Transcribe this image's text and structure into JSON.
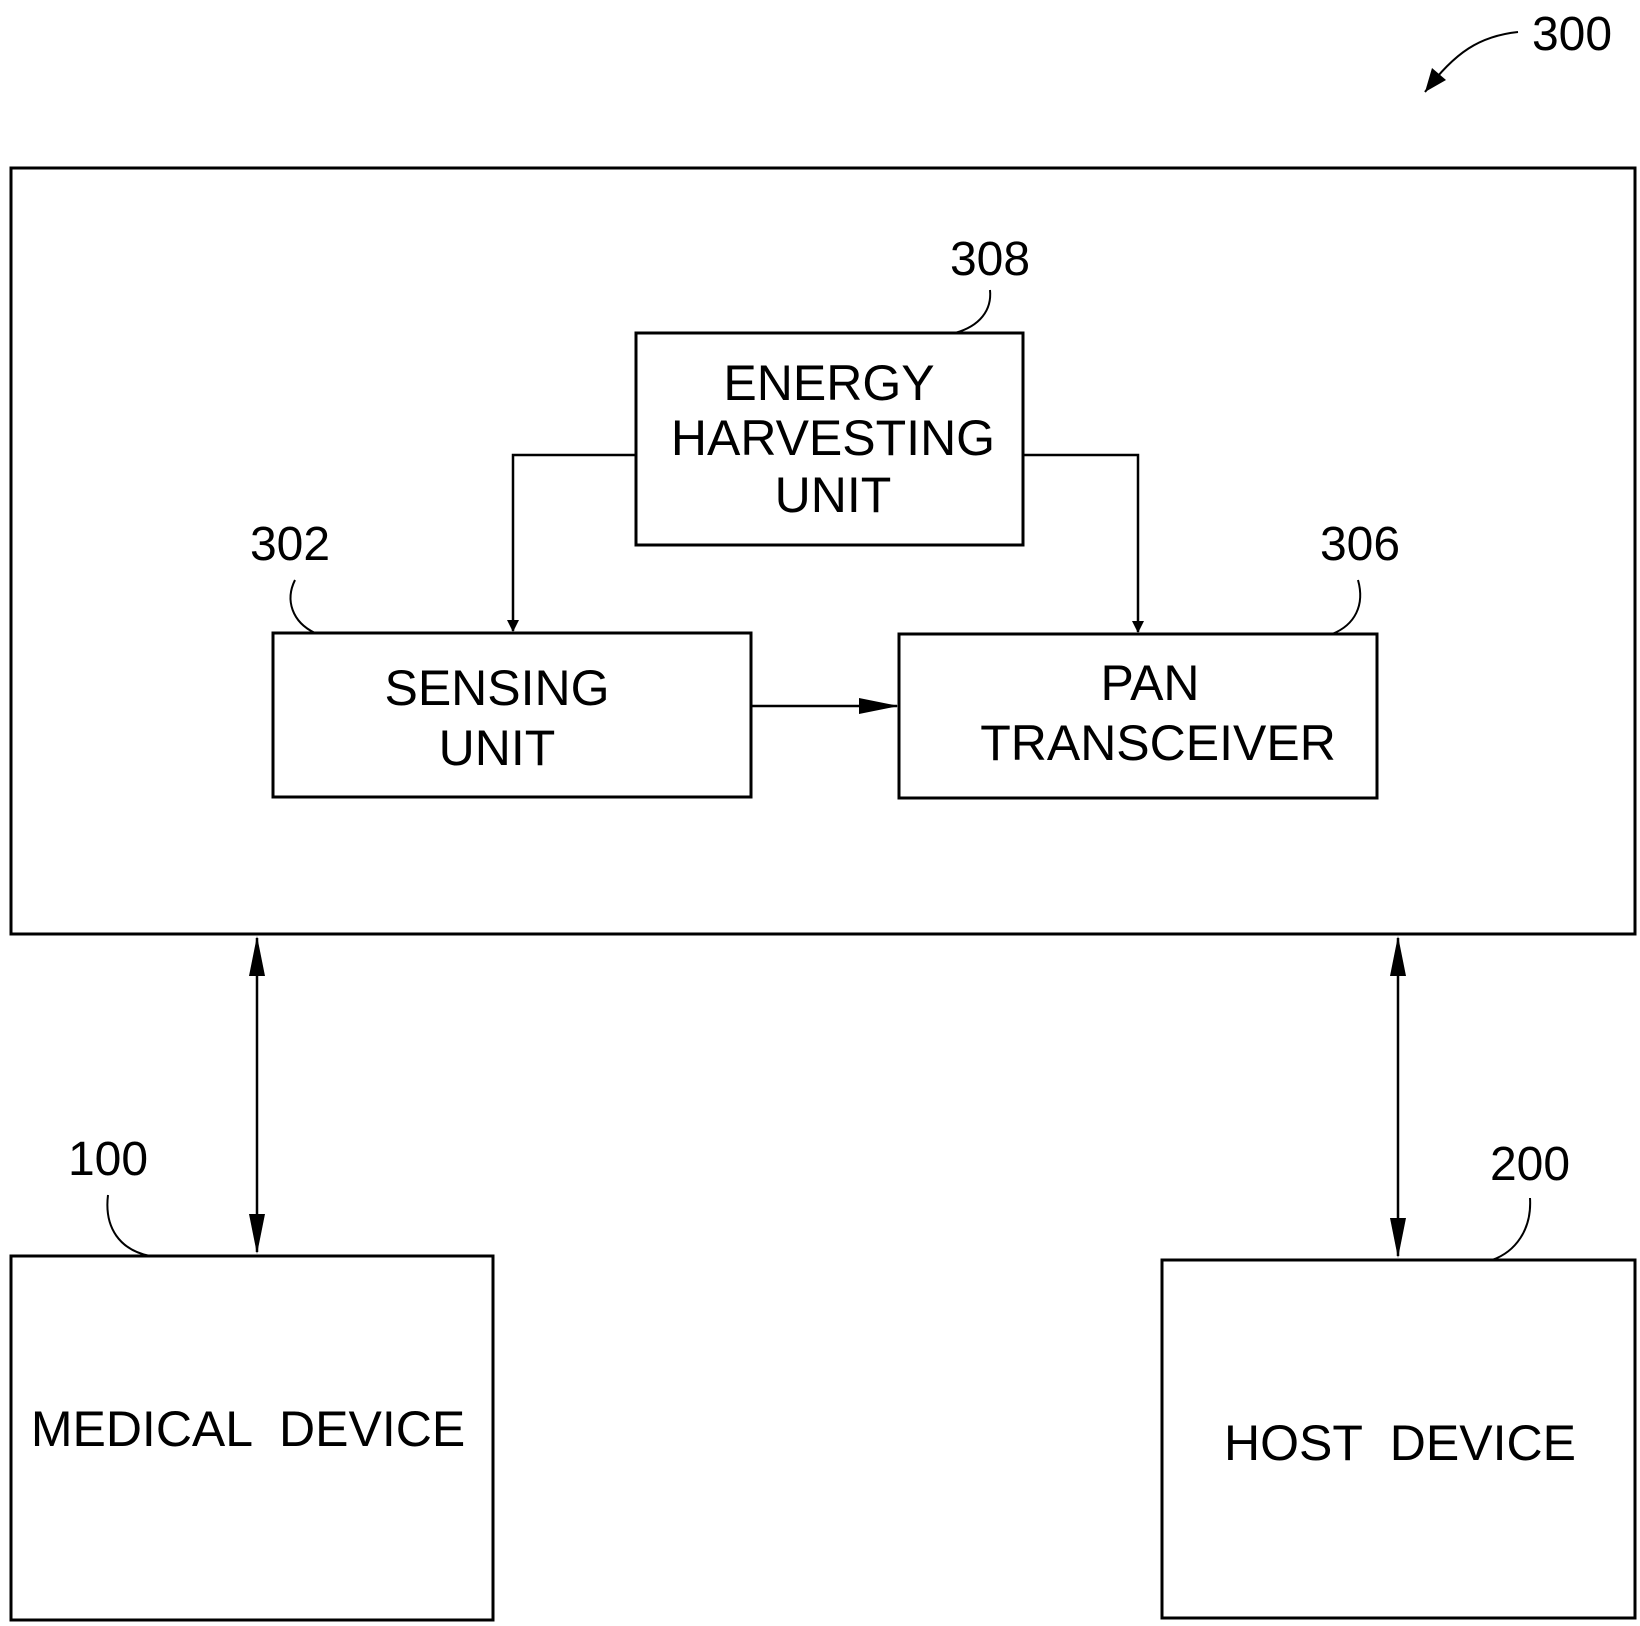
{
  "figure": {
    "ref": "300"
  },
  "outer_box": {
    "ref": "300"
  },
  "energy_unit": {
    "ref": "308",
    "line1": "ENERGY",
    "line2": "HARVESTING",
    "line3": "UNIT"
  },
  "sensing_unit": {
    "ref": "302",
    "line1": "SENSING",
    "line2": "UNIT"
  },
  "pan_transceiver": {
    "ref": "306",
    "line1": "PAN",
    "line2": "TRANSCEIVER"
  },
  "medical_device": {
    "ref": "100",
    "label": "MEDICAL  DEVICE"
  },
  "host_device": {
    "ref": "200",
    "label": "HOST  DEVICE"
  }
}
